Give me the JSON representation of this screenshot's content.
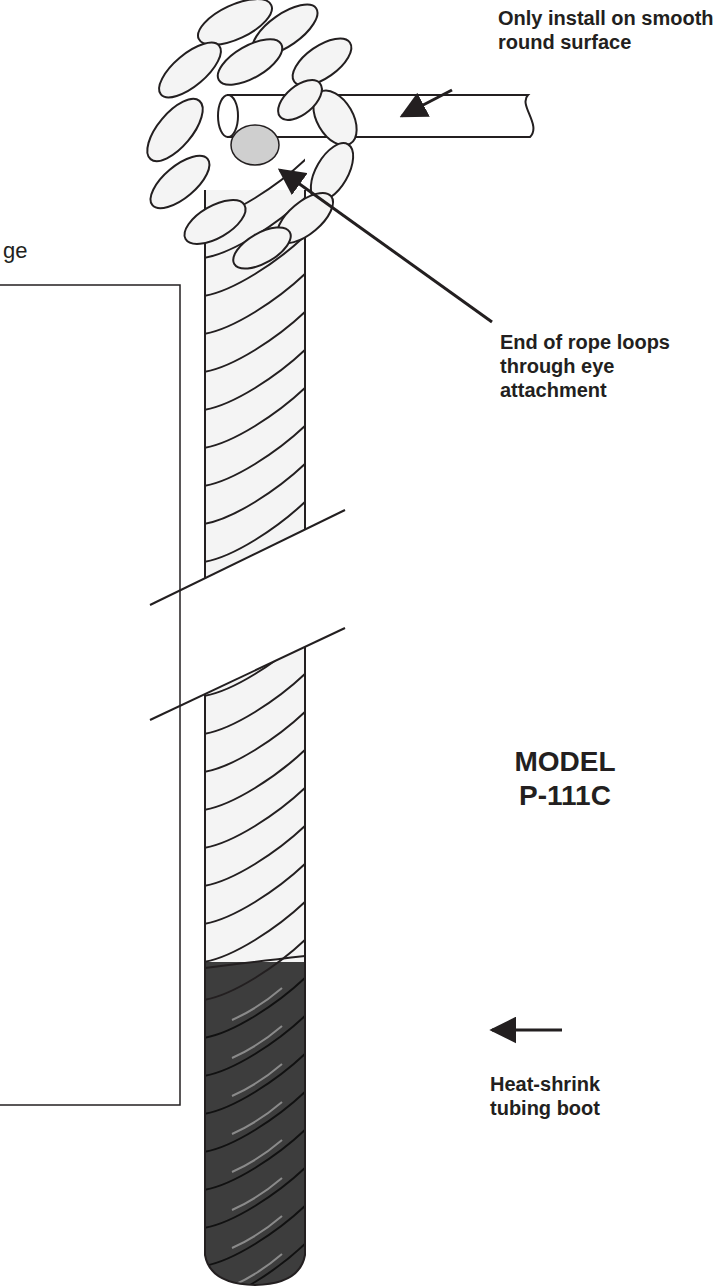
{
  "diagram": {
    "labels": [
      "Only install on smooth round surface",
      "ge",
      "End of rope loops through eye attachment",
      "MODEL P-111C",
      "Heat-shrink tubing boot"
    ]
  }
}
